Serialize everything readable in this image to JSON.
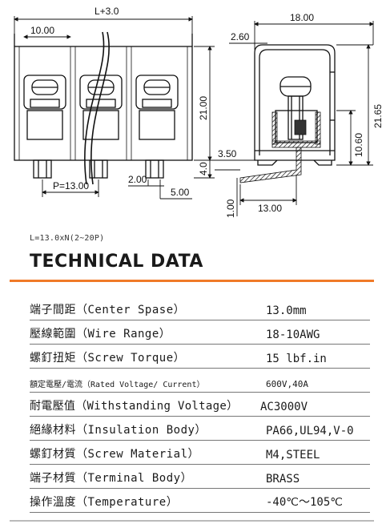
{
  "drawing": {
    "dims": {
      "total_width": "L+3.0",
      "cell_width": "10.00",
      "height_front": "21.00",
      "pin_height": "4.0",
      "pitch": "P=13.00",
      "pin_small": "2.00",
      "pin_offset": "5.00",
      "depth": "18.00",
      "wall": "2.60",
      "height_side": "21.65",
      "height_inner": "10.60",
      "pin_side": "3.50",
      "pin_length": "13.00",
      "pin_thick": "1.00"
    }
  },
  "formula": "L=13.0xN(2~20P)",
  "heading": "TECHNICAL DATA",
  "specs": [
    {
      "label": "端子間距（Center Spase）",
      "value": "13.0mm"
    },
    {
      "label": "壓線範圍（Wire Range）",
      "value": "18-10AWG"
    },
    {
      "label": "螺釘扭矩（Screw Torque）",
      "value": "15 lbf.in"
    },
    {
      "label": "額定電壓/電流（Rated Voltage/ Current）",
      "value": "600V,40A"
    },
    {
      "label": "耐電壓值（Withstanding Voltage）",
      "value": "AC3000V"
    },
    {
      "label": "絕緣材料（Insulation Body）",
      "value": "PA66,UL94,V-0"
    },
    {
      "label": "螺釘材質（Screw Material）",
      "value": "M4,STEEL"
    },
    {
      "label": "端子材質（Terminal Body）",
      "value": "BRASS"
    },
    {
      "label": "操作溫度（Temperature）",
      "value": "-40℃～105℃"
    }
  ]
}
